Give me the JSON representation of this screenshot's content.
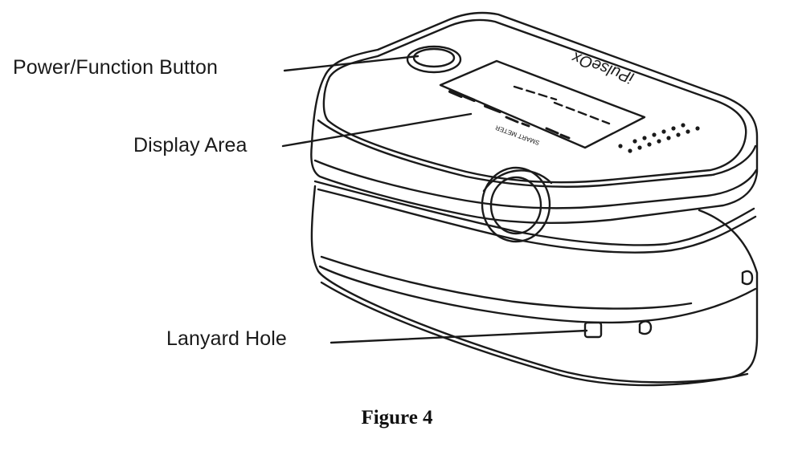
{
  "callouts": {
    "power_button": "Power/Function Button",
    "display_area": "Display Area",
    "lanyard_hole": "Lanyard Hole"
  },
  "device": {
    "brand": "iPulseOx",
    "maker": "SMART METER"
  },
  "caption": "Figure 4",
  "colors": {
    "line": "#1a1a1a",
    "background": "#ffffff"
  }
}
